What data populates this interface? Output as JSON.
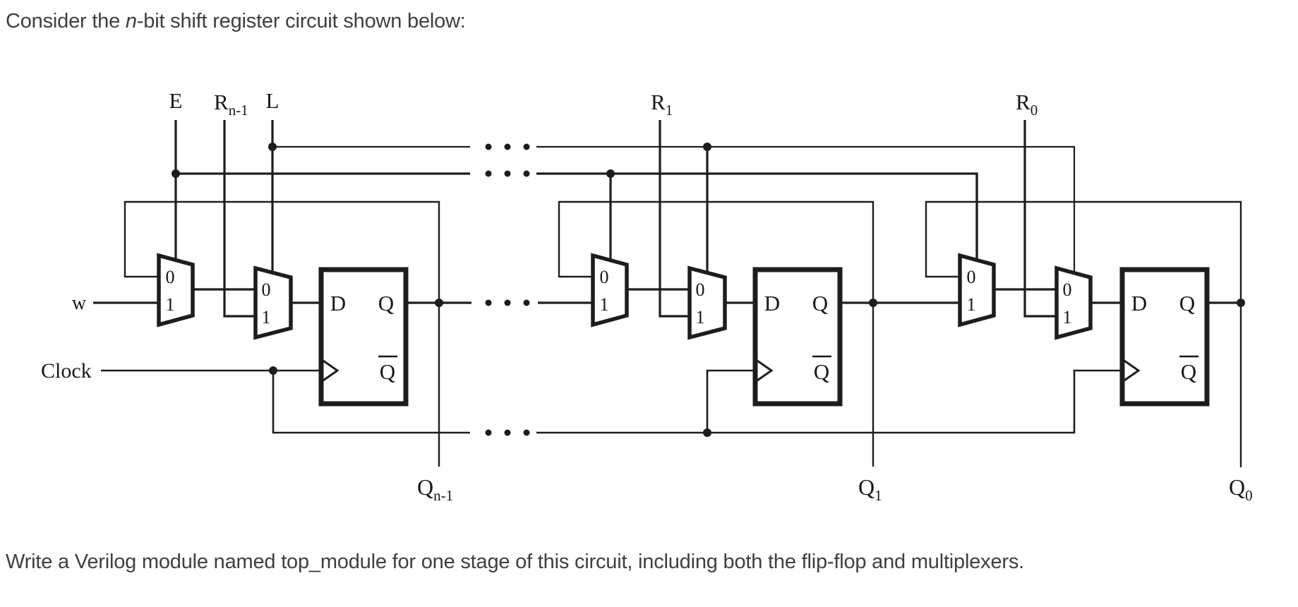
{
  "intro": {
    "prefix": "Consider the ",
    "emphasis": "n",
    "suffix": "-bit shift register circuit shown below:"
  },
  "prompt": "Write a Verilog module named top_module for one stage of this circuit, including both the flip-flop and multiplexers.",
  "circuit": {
    "top_labels": {
      "enable": "E",
      "r_msb": {
        "main": "R",
        "sub": "n-1"
      },
      "load": "L",
      "r1": {
        "main": "R",
        "sub": "1"
      },
      "r0": {
        "main": "R",
        "sub": "0"
      }
    },
    "left_labels": {
      "serial_in": "w",
      "clock": "Clock"
    },
    "output_labels": {
      "q_msb": {
        "main": "Q",
        "sub": "n-1"
      },
      "q1": {
        "main": "Q",
        "sub": "1"
      },
      "q0": {
        "main": "Q",
        "sub": "0"
      }
    },
    "mux": {
      "in0": "0",
      "in1": "1"
    },
    "flipflop": {
      "d": "D",
      "q": "Q",
      "q_bar": "Q"
    }
  },
  "colors": {
    "wire": "#1d1d1f",
    "label": "#16181d",
    "prompt_text": "#3c4043",
    "background": "#ffffff"
  }
}
